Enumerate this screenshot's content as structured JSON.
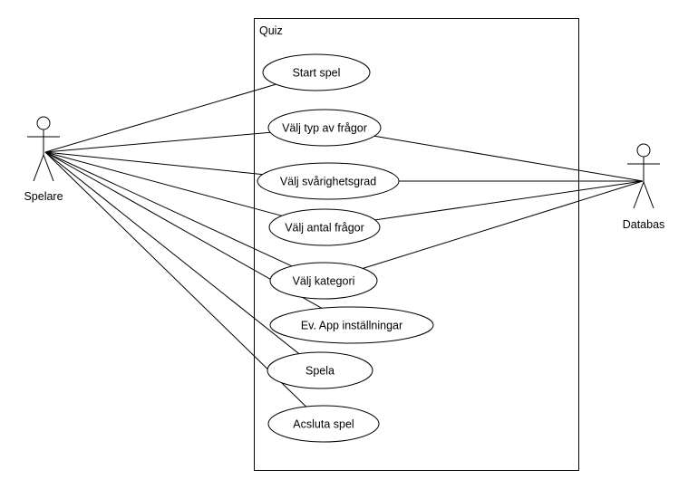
{
  "system": {
    "label": "Quiz"
  },
  "actors": {
    "player": {
      "label": "Spelare"
    },
    "database": {
      "label": "Databas"
    }
  },
  "use_cases": [
    {
      "id": "start",
      "label": "Start spel"
    },
    {
      "id": "type",
      "label": "Välj typ av frågor"
    },
    {
      "id": "difficulty",
      "label": "Välj svårighetsgrad"
    },
    {
      "id": "count",
      "label": "Välj antal frågor"
    },
    {
      "id": "category",
      "label": "Välj kategori"
    },
    {
      "id": "settings",
      "label": "Ev. App inställningar"
    },
    {
      "id": "play",
      "label": "Spela"
    },
    {
      "id": "end",
      "label": "Acsluta spel"
    }
  ],
  "associations": {
    "player": [
      "start",
      "type",
      "difficulty",
      "count",
      "category",
      "settings",
      "play",
      "end"
    ],
    "database": [
      "type",
      "difficulty",
      "count",
      "category"
    ]
  }
}
